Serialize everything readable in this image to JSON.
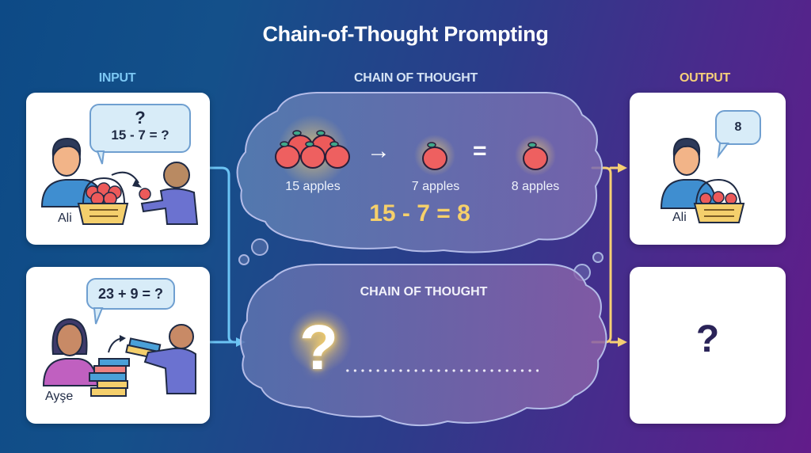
{
  "title": "Chain-of-Thought Prompting",
  "columns": {
    "input": "INPUT",
    "chain_of_thought": "CHAIN OF THOUGHT",
    "output": "OUTPUT"
  },
  "colors": {
    "input_accent": "#7cc8f4",
    "output_accent": "#f6d07a",
    "equation_color": "#f6d06a",
    "bg_left": "#0d4a86",
    "bg_right": "#621c8a"
  },
  "input_examples": [
    {
      "person_name": "Ali",
      "bubble_top": "?",
      "bubble_question": "15 - 7 = ?",
      "item": "apple"
    },
    {
      "person_name": "Ayşe",
      "bubble_question": "23 + 9 = ?",
      "item": "books"
    }
  ],
  "chain_example": {
    "steps": [
      {
        "label": "15 apples",
        "icon": "apples-group-icon"
      },
      {
        "label": "7 apples",
        "icon": "apple-icon"
      },
      {
        "label": "8 apples",
        "icon": "apple-icon"
      }
    ],
    "operator_arrow": "→",
    "operator_equals": "=",
    "equation": "15 - 7 = 8"
  },
  "chain_unknown": {
    "title": "CHAIN OF THOUGHT",
    "symbol": "?"
  },
  "outputs": [
    {
      "person_name": "Ali",
      "bubble_answer": "8"
    },
    {
      "symbol": "?"
    }
  ]
}
